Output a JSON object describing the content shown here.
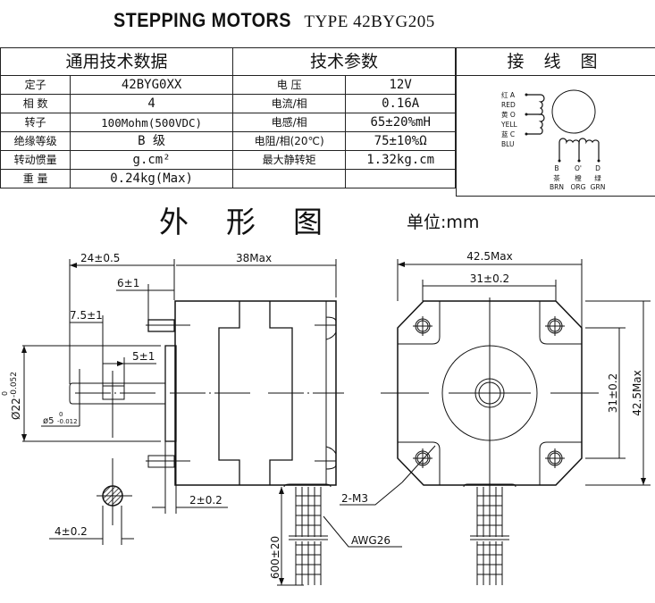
{
  "header": {
    "title": "STEPPING MOTORS",
    "type_label": "TYPE 42BYG205"
  },
  "spec_table": {
    "general_header": "通用技术数据",
    "tech_header": "技术参数",
    "rows": [
      {
        "label": "定子",
        "value": "42BYG0XX",
        "param": "电  压",
        "param_value": "12V"
      },
      {
        "label": "相  数",
        "value": "4",
        "param": "电流/相",
        "param_value": "0.16A"
      },
      {
        "label": "转子",
        "value": "100Mohm(500VDC)",
        "param": "电感/相",
        "param_value": "65±20%mH"
      },
      {
        "label": "绝缘等级",
        "value": "B  级",
        "param": "电阻/相(20℃)",
        "param_value": "75±10%Ω"
      },
      {
        "label": "转动惯量",
        "value": "g.cm²",
        "param": "最大静转矩",
        "param_value": "1.32kg.cm"
      },
      {
        "label": "重 量",
        "value": "0.24kg(Max)",
        "param": "",
        "param_value": ""
      }
    ]
  },
  "wiring": {
    "header": "接 线 图",
    "left_leads": [
      {
        "cn": "红 A",
        "en": "RED"
      },
      {
        "cn": "黄 O",
        "en": "YELL"
      },
      {
        "cn": "蓝 C",
        "en": "BLU"
      }
    ],
    "bottom_leads": [
      {
        "letter": "B",
        "cn": "茶",
        "en": "BRN"
      },
      {
        "letter": "O'",
        "cn": "橙",
        "en": "ORG"
      },
      {
        "letter": "D",
        "cn": "绿",
        "en": "GRN"
      }
    ]
  },
  "drawing": {
    "title": "外形图",
    "unit": "单位:mm",
    "dims": {
      "shaft_len": "24±0.5",
      "body_len": "38Max",
      "boss": "6±1",
      "flat_start": "7.5±1",
      "flat_len": "5±1",
      "pilot_dia": "Ø22",
      "pilot_tol_upper": "0",
      "pilot_tol_lower": "-0.052",
      "shaft_dia": "ø5",
      "shaft_tol_upper": "0",
      "shaft_tol_lower": "-0.012",
      "flange": "2±0.2",
      "flat_width": "4±0.2",
      "lead_len": "600±20",
      "wire": "AWG26",
      "holes": "2-M3",
      "width": "42.5Max",
      "hole_pitch": "31±0.2",
      "height": "42.5Max",
      "hole_pitch_v": "31±0.2"
    }
  }
}
